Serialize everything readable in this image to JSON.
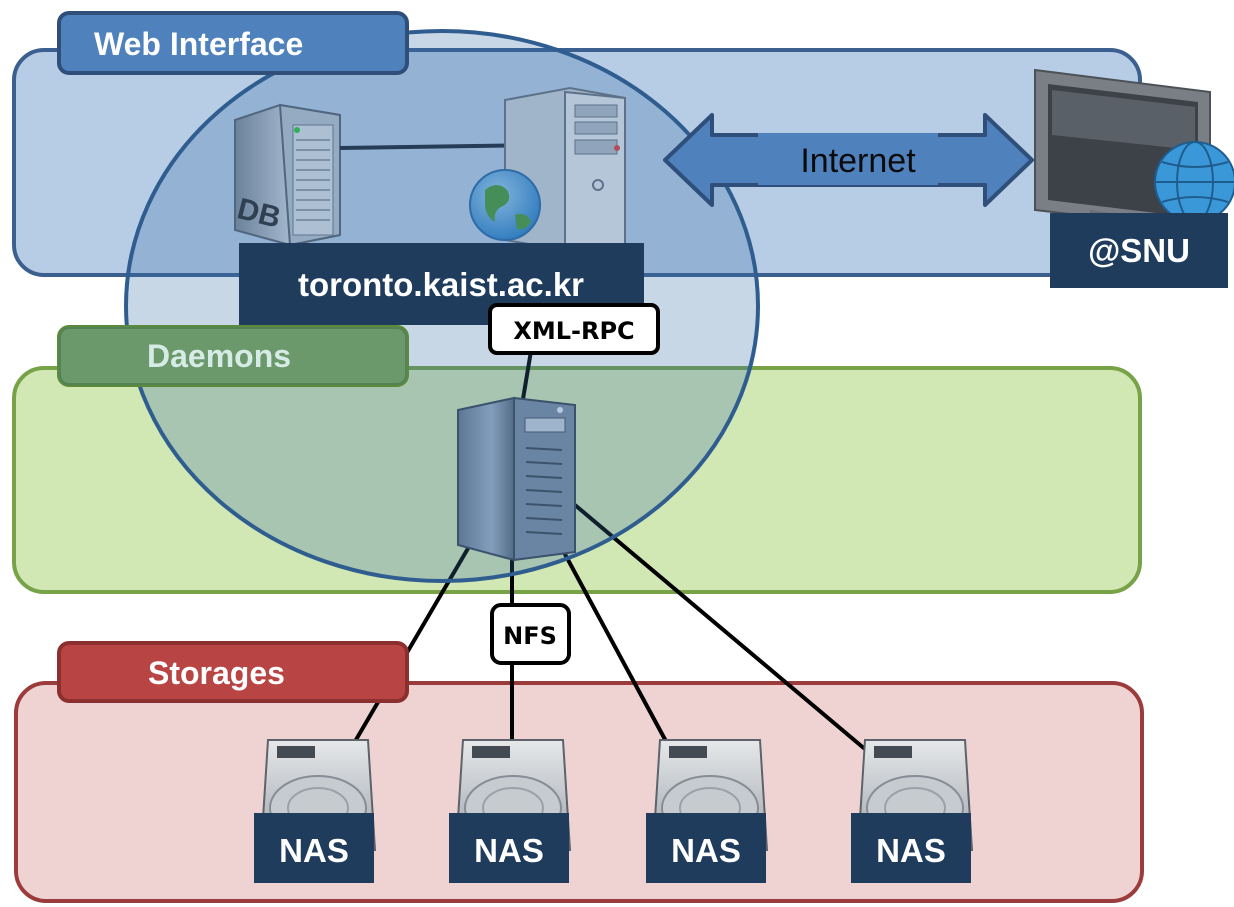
{
  "layers": {
    "web_interface": {
      "tab_label": "Web Interface",
      "fill": "#b7cde6",
      "tab_fill": "#4f81bd",
      "border": "#3b5f8f"
    },
    "daemons": {
      "tab_label": "Daemons",
      "fill": "#d1e7b4",
      "tab_fill": "#7faa55",
      "border": "#77a248",
      "tab_text_color": "#d6ebe6"
    },
    "storages": {
      "tab_label": "Storages",
      "fill": "#efd3d3",
      "tab_fill": "#b94444",
      "border": "#9b3b3b"
    }
  },
  "web_host": {
    "label": "toronto.kaist.ac.kr",
    "db_label": "DB"
  },
  "internet": {
    "label": "Internet",
    "arrow_fill": "#4f81bd"
  },
  "client": {
    "label": "@SNU"
  },
  "protocols": {
    "xmlrpc": "XML-RPC",
    "nfs": "NFS"
  },
  "storage_nodes": [
    {
      "label": "NAS"
    },
    {
      "label": "NAS"
    },
    {
      "label": "NAS"
    },
    {
      "label": "NAS"
    }
  ],
  "colors": {
    "label_box": "#1f3c5c",
    "cluster_circle": "#3b6fa6"
  }
}
